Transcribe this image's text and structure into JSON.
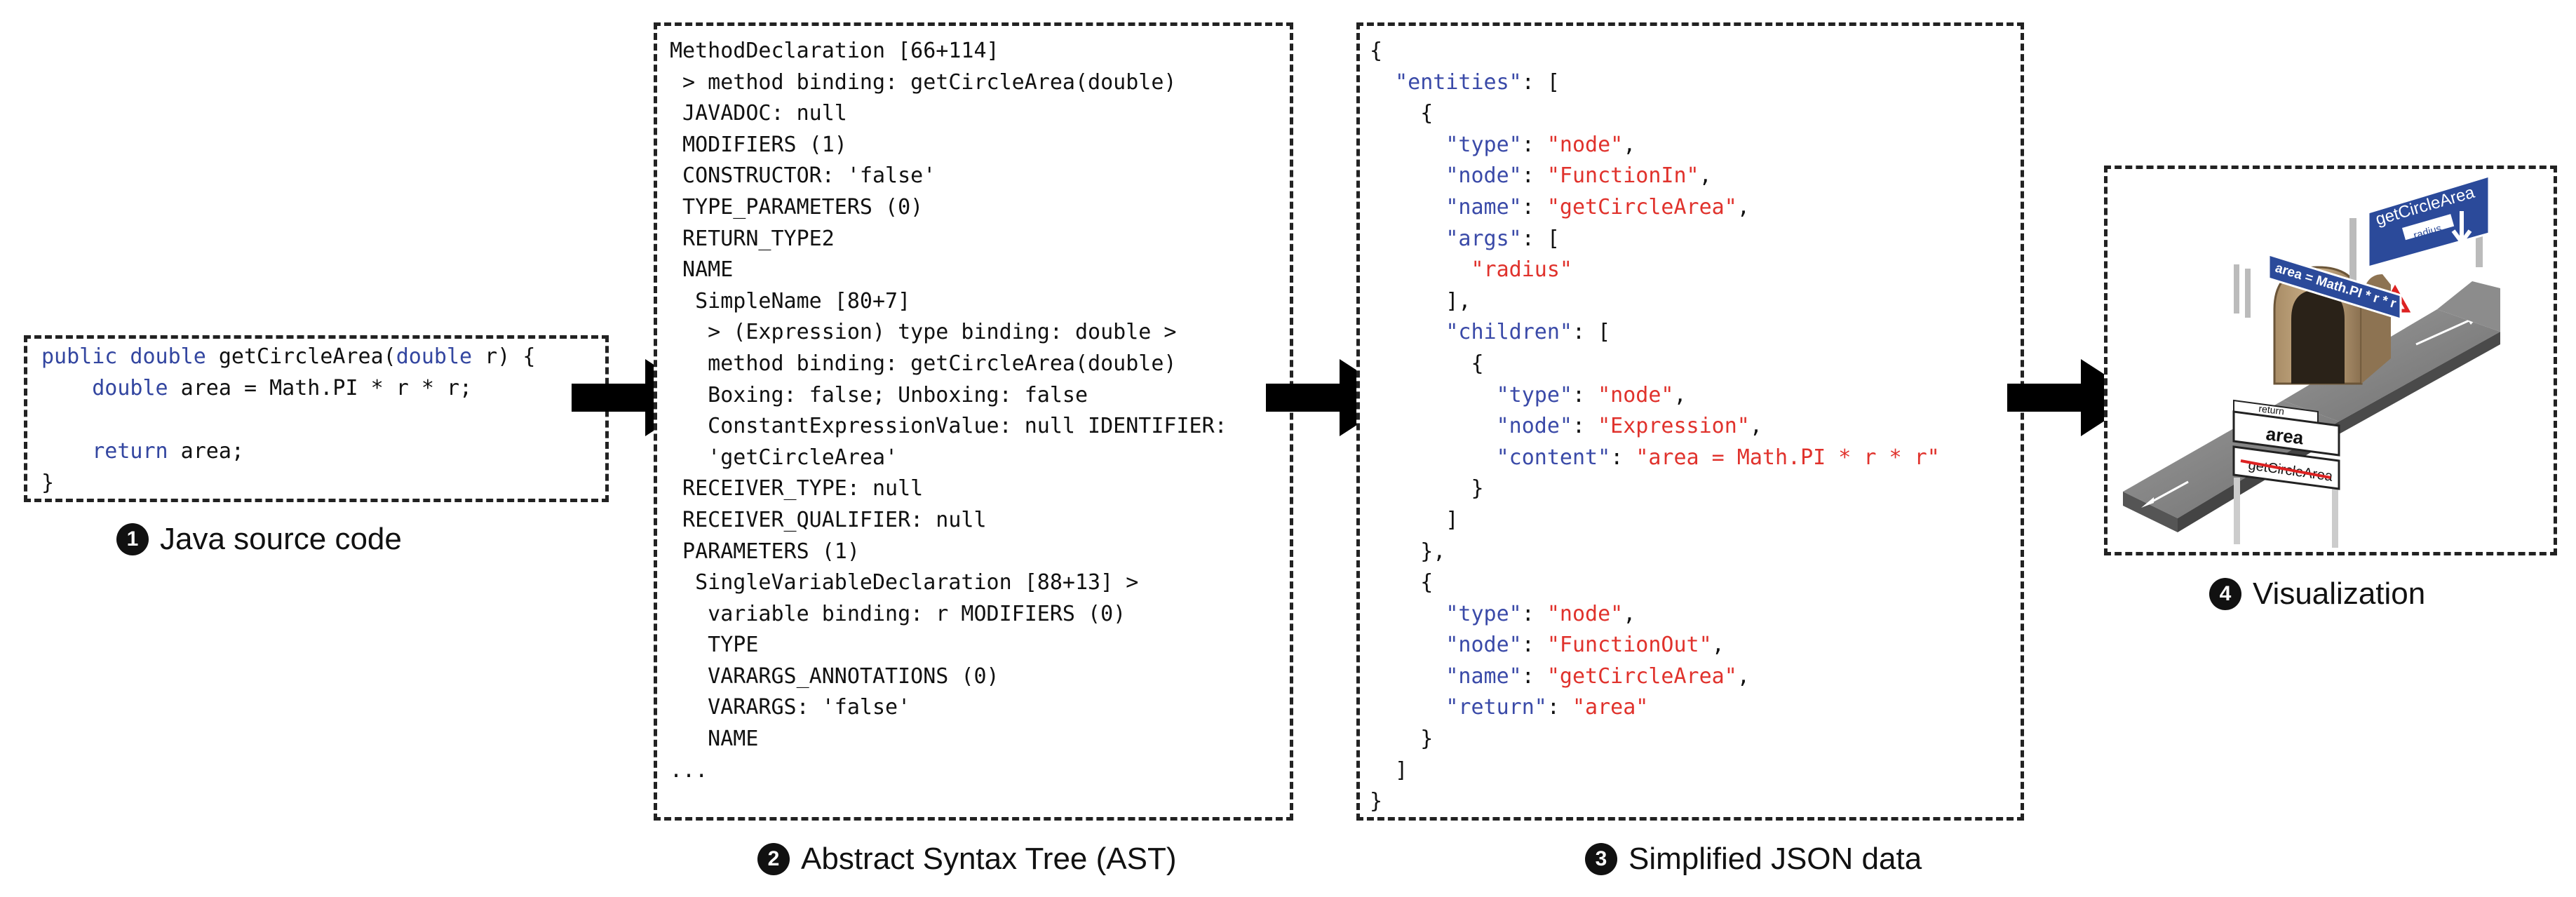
{
  "java": {
    "lines": [
      [
        "public double",
        " getCircleArea(",
        "double",
        " r) {"
      ],
      [
        "    ",
        "double",
        " area = Math.PI * r * r;",
        ""
      ],
      [
        "",
        "",
        "",
        ""
      ],
      [
        "    ",
        "return",
        " area;",
        ""
      ],
      [
        "}",
        "",
        "",
        ""
      ]
    ],
    "caption_number": "1",
    "caption": "Java source code"
  },
  "ast": {
    "lines": [
      "MethodDeclaration [66+114]",
      " > method binding: getCircleArea(double)",
      " JAVADOC: null",
      " MODIFIERS (1)",
      " CONSTRUCTOR: 'false'",
      " TYPE_PARAMETERS (0)",
      " RETURN_TYPE2",
      " NAME",
      "  SimpleName [80+7]",
      "   > (Expression) type binding: double >",
      "   method binding: getCircleArea(double)",
      "   Boxing: false; Unboxing: false",
      "   ConstantExpressionValue: null IDENTIFIER:",
      "   'getCircleArea'",
      " RECEIVER_TYPE: null",
      " RECEIVER_QUALIFIER: null",
      " PARAMETERS (1)",
      "  SingleVariableDeclaration [88+13] >",
      "   variable binding: r MODIFIERS (0)",
      "   TYPE",
      "   VARARGS_ANNOTATIONS (0)",
      "   VARARGS: 'false'",
      "   NAME",
      "..."
    ],
    "caption_number": "2",
    "caption": "Abstract Syntax Tree (AST)"
  },
  "json_view": {
    "lines": [
      [
        [
          "p",
          "{"
        ]
      ],
      [
        [
          "p",
          "  "
        ],
        [
          "k",
          "\"entities\""
        ],
        [
          "p",
          ": ["
        ]
      ],
      [
        [
          "p",
          "    {"
        ]
      ],
      [
        [
          "p",
          "      "
        ],
        [
          "k",
          "\"type\""
        ],
        [
          "p",
          ": "
        ],
        [
          "s",
          "\"node\""
        ],
        [
          "p",
          ","
        ]
      ],
      [
        [
          "p",
          "      "
        ],
        [
          "k",
          "\"node\""
        ],
        [
          "p",
          ": "
        ],
        [
          "s",
          "\"FunctionIn\""
        ],
        [
          "p",
          ","
        ]
      ],
      [
        [
          "p",
          "      "
        ],
        [
          "k",
          "\"name\""
        ],
        [
          "p",
          ": "
        ],
        [
          "s",
          "\"getCircleArea\""
        ],
        [
          "p",
          ","
        ]
      ],
      [
        [
          "p",
          "      "
        ],
        [
          "k",
          "\"args\""
        ],
        [
          "p",
          ": ["
        ]
      ],
      [
        [
          "p",
          "        "
        ],
        [
          "s",
          "\"radius\""
        ]
      ],
      [
        [
          "p",
          "      ],"
        ]
      ],
      [
        [
          "p",
          "      "
        ],
        [
          "k",
          "\"children\""
        ],
        [
          "p",
          ": ["
        ]
      ],
      [
        [
          "p",
          "        {"
        ]
      ],
      [
        [
          "p",
          "          "
        ],
        [
          "k",
          "\"type\""
        ],
        [
          "p",
          ": "
        ],
        [
          "s",
          "\"node\""
        ],
        [
          "p",
          ","
        ]
      ],
      [
        [
          "p",
          "          "
        ],
        [
          "k",
          "\"node\""
        ],
        [
          "p",
          ": "
        ],
        [
          "s",
          "\"Expression\""
        ],
        [
          "p",
          ","
        ]
      ],
      [
        [
          "p",
          "          "
        ],
        [
          "k",
          "\"content\""
        ],
        [
          "p",
          ": "
        ],
        [
          "s",
          "\"area = Math.PI * r * r\""
        ]
      ],
      [
        [
          "p",
          "        }"
        ]
      ],
      [
        [
          "p",
          "      ]"
        ]
      ],
      [
        [
          "p",
          "    },"
        ]
      ],
      [
        [
          "p",
          "    {"
        ]
      ],
      [
        [
          "p",
          "      "
        ],
        [
          "k",
          "\"type\""
        ],
        [
          "p",
          ": "
        ],
        [
          "s",
          "\"node\""
        ],
        [
          "p",
          ","
        ]
      ],
      [
        [
          "p",
          "      "
        ],
        [
          "k",
          "\"node\""
        ],
        [
          "p",
          ": "
        ],
        [
          "s",
          "\"FunctionOut\""
        ],
        [
          "p",
          ","
        ]
      ],
      [
        [
          "p",
          "      "
        ],
        [
          "k",
          "\"name\""
        ],
        [
          "p",
          ": "
        ],
        [
          "s",
          "\"getCircleArea\""
        ],
        [
          "p",
          ","
        ]
      ],
      [
        [
          "p",
          "      "
        ],
        [
          "k",
          "\"return\""
        ],
        [
          "p",
          ": "
        ],
        [
          "s",
          "\"area\""
        ]
      ],
      [
        [
          "p",
          "    }"
        ]
      ],
      [
        [
          "p",
          "  ]"
        ]
      ],
      [
        [
          "p",
          "}"
        ]
      ]
    ],
    "caption_number": "3",
    "caption": "Simplified JSON data"
  },
  "visualization": {
    "sign_top": "getCircleArea",
    "sign_top_sub": "radius",
    "sign_mid": "area = Math.PI * r * r",
    "sign_return": "return",
    "sign_area": "area",
    "sign_bottom": "getCircleArea",
    "caption_number": "4",
    "caption": "Visualization"
  },
  "colors": {
    "keyword": "#3346a0",
    "json_key": "#3a4aa8",
    "json_string": "#e0322c",
    "sign_blue": "#2b4a9a"
  }
}
